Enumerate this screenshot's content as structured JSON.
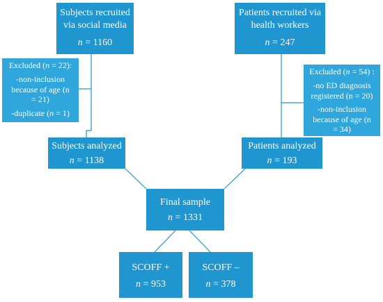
{
  "colors": {
    "box": "#1f96d0",
    "excluded_box": "#2fa6dc",
    "connector": "#1f96d0"
  },
  "social": {
    "title_l1": "Subjects recruited",
    "title_l2": "via social media",
    "n_label": "n",
    "n_value": "= 1160"
  },
  "health": {
    "title_l1": "Patients recruited via",
    "title_l2": "health workers",
    "n_label": "n",
    "n_value": "= 247"
  },
  "excluded_social": {
    "header_pre": "Excluded (",
    "n_label": "n",
    "header_post": "= 22):",
    "item1_l1": "-non-inclusion",
    "item1_l2": "because of age (n",
    "item1_l3": "= 21)",
    "item2_pre": "-duplicate (",
    "item2_n": "n",
    "item2_post": "= 1)"
  },
  "excluded_health": {
    "header_pre": "Excluded (",
    "n_label": "n",
    "header_post": "= 54) :",
    "item1_l1": "-no ED diagnosis",
    "item1_l2": "registered (n = 20)",
    "item2_l1": "-non-inclusion",
    "item2_l2": "because of age (n",
    "item2_l3": "= 34)"
  },
  "subjects_analyzed": {
    "title": "Subjects analyzed",
    "n_label": "n",
    "n_value": "= 1138"
  },
  "patients_analyzed": {
    "title": "Patients analyzed",
    "n_label": "n",
    "n_value": "= 193"
  },
  "final_sample": {
    "title": "Final sample",
    "n_label": "n",
    "n_value": "= 1331"
  },
  "scoff_pos": {
    "title": "SCOFF +",
    "n_label": "n",
    "n_value": "= 953"
  },
  "scoff_neg": {
    "title": "SCOFF –",
    "n_label": "n",
    "n_value": "= 378"
  }
}
